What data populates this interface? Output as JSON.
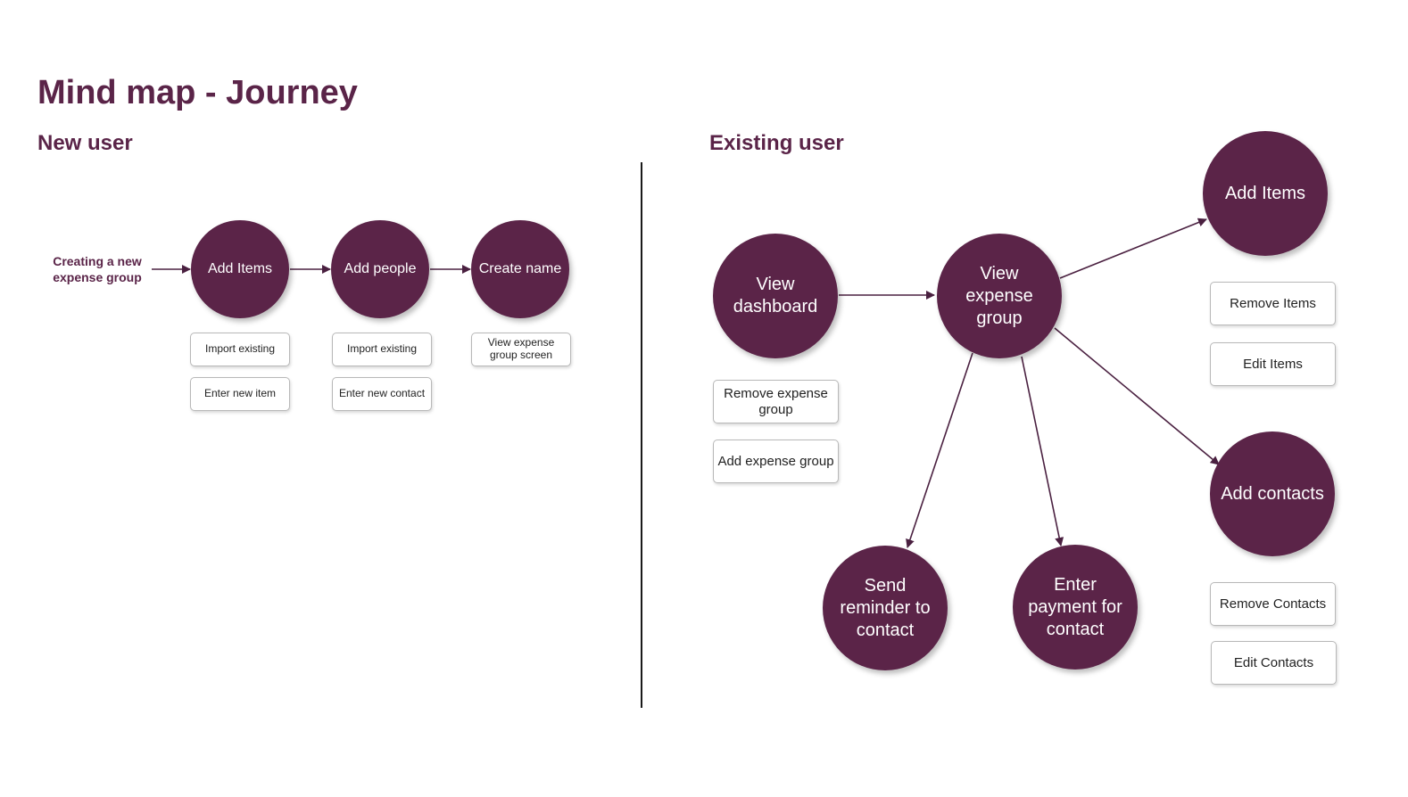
{
  "title": "Mind map - Journey",
  "new_user": {
    "heading": "New user",
    "start_label": "Creating a new expense group",
    "nodes": {
      "add_items": "Add Items",
      "add_people": "Add people",
      "create_name": "Create name"
    },
    "options": {
      "items_import": "Import existing",
      "items_enter": "Enter new item",
      "people_import": "Import existing",
      "people_enter": "Enter new contact",
      "name_view": "View expense group screen"
    }
  },
  "existing_user": {
    "heading": "Existing user",
    "nodes": {
      "view_dashboard": "View dashboard",
      "view_expense_group": "View expense group",
      "add_items": "Add Items",
      "add_contacts": "Add contacts",
      "send_reminder": "Send reminder to contact",
      "enter_payment": "Enter payment for contact"
    },
    "options": {
      "remove_expense_group": "Remove expense group",
      "add_expense_group": "Add expense group",
      "remove_items": "Remove Items",
      "edit_items": "Edit Items",
      "remove_contacts": "Remove Contacts",
      "edit_contacts": "Edit Contacts"
    }
  },
  "colors": {
    "node_fill": "#5b2448",
    "heading": "#5a2448",
    "connector": "#4a2040"
  }
}
